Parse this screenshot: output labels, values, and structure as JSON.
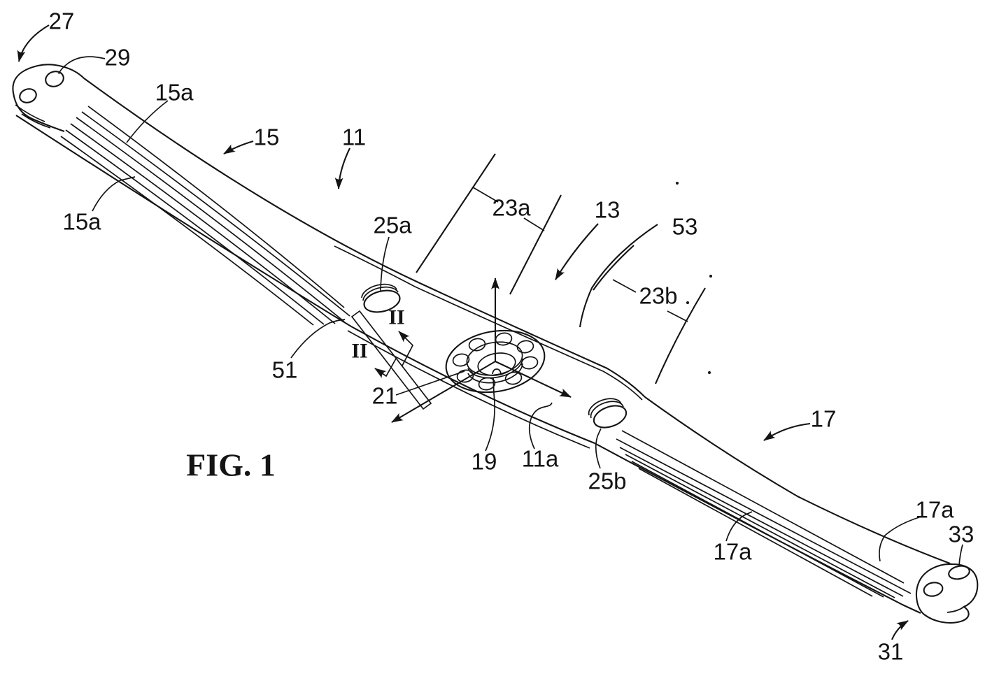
{
  "figure": {
    "caption": "FIG. 1",
    "colors": {
      "ink": "#141414",
      "paper": "#ffffff"
    },
    "labels": {
      "l27": "27",
      "l29": "29",
      "l15a_upper": "15a",
      "l15": "15",
      "l11": "11",
      "l25a": "25a",
      "l23a": "23a",
      "l13": "13",
      "l53": "53",
      "l23b": "23b",
      "l15a_lower": "15a",
      "l51": "51",
      "sec_upper": "II",
      "sec_lower": "II",
      "l21": "21",
      "l19": "19",
      "l11a": "11a",
      "l25b": "25b",
      "l17": "17",
      "l17a_left": "17a",
      "l17a_right": "17a",
      "l33": "33",
      "l31": "31"
    }
  }
}
